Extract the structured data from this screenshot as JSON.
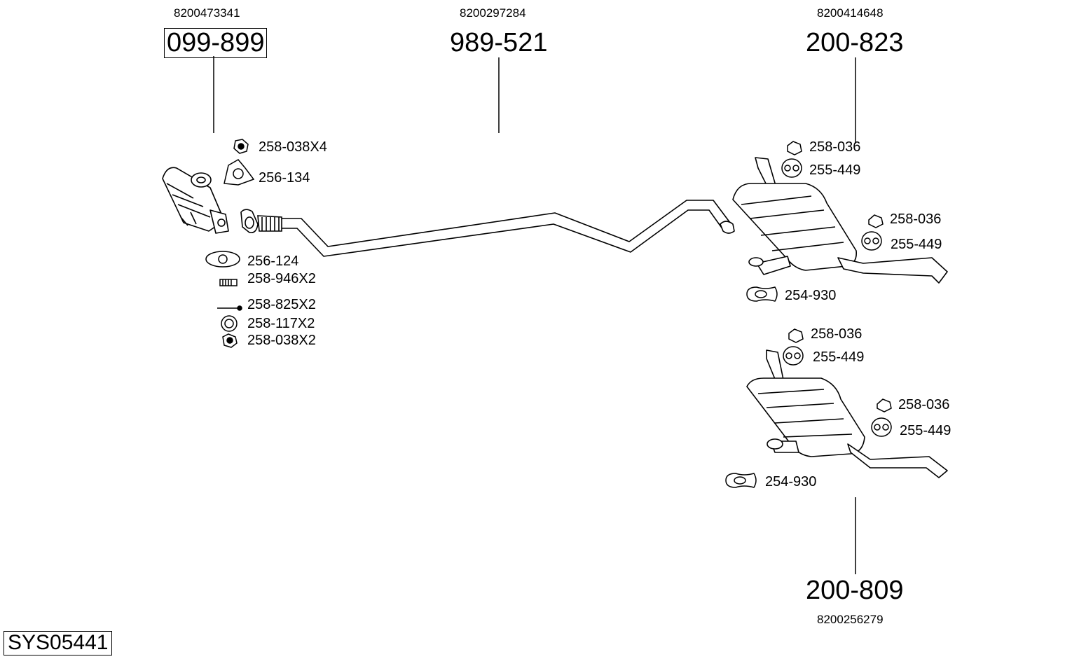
{
  "system_code": "SYS05441",
  "main_parts": {
    "catalytic_converter": {
      "oem": "8200473341",
      "part": "099-899"
    },
    "middle_pipe": {
      "oem": "8200297284",
      "part": "989-521"
    },
    "rear_silencer_a": {
      "oem": "8200414648",
      "part": "200-823"
    },
    "rear_silencer_b": {
      "oem": "8200256279",
      "part": "200-809"
    }
  },
  "fittings_front": [
    {
      "label": "258-038X4",
      "icon": "nut-icon"
    },
    {
      "label": "256-134",
      "icon": "three-hole-gasket-icon"
    }
  ],
  "fittings_joint": [
    {
      "label": "256-124",
      "icon": "oval-gasket-icon"
    },
    {
      "label": "258-946X2",
      "icon": "spring-icon"
    },
    {
      "label": "258-825X2",
      "icon": "bolt-icon"
    },
    {
      "label": "258-117X2",
      "icon": "washer-ring-icon"
    },
    {
      "label": "258-038X2",
      "icon": "nut-icon"
    }
  ],
  "fittings_rear_a": [
    {
      "label": "258-036",
      "icon": "nut-icon"
    },
    {
      "label": "255-449",
      "icon": "rubber-mount-icon"
    },
    {
      "label": "258-036",
      "icon": "nut-icon"
    },
    {
      "label": "255-449",
      "icon": "rubber-mount-icon"
    },
    {
      "label": "254-930",
      "icon": "clamp-icon"
    }
  ],
  "fittings_rear_b": [
    {
      "label": "258-036",
      "icon": "nut-icon"
    },
    {
      "label": "255-449",
      "icon": "rubber-mount-icon"
    },
    {
      "label": "258-036",
      "icon": "nut-icon"
    },
    {
      "label": "255-449",
      "icon": "rubber-mount-icon"
    },
    {
      "label": "254-930",
      "icon": "clamp-icon"
    }
  ]
}
